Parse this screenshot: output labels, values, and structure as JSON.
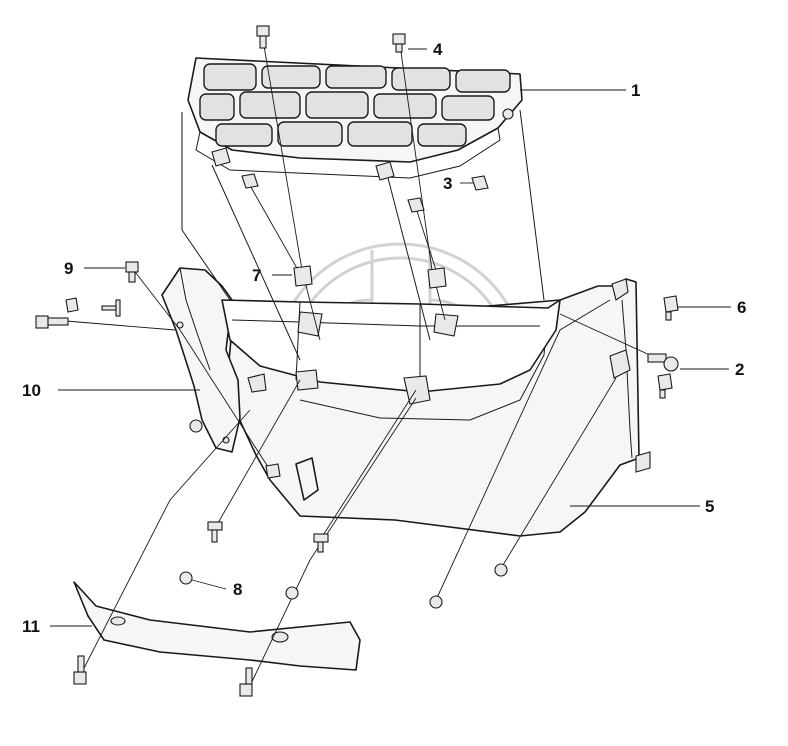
{
  "diagram": {
    "callouts": [
      {
        "id": "c1",
        "label": "1"
      },
      {
        "id": "c2",
        "label": "2"
      },
      {
        "id": "c3",
        "label": "3"
      },
      {
        "id": "c4",
        "label": "4"
      },
      {
        "id": "c5",
        "label": "5"
      },
      {
        "id": "c6",
        "label": "6"
      },
      {
        "id": "c7",
        "label": "7"
      },
      {
        "id": "c8",
        "label": "8"
      },
      {
        "id": "c9",
        "label": "9"
      },
      {
        "id": "c10",
        "label": "10"
      },
      {
        "id": "c11",
        "label": "11"
      }
    ],
    "colors": {
      "line": "#1a1a1a",
      "fill": "#f6f6f6",
      "watermark": "#d2d2d2"
    }
  }
}
